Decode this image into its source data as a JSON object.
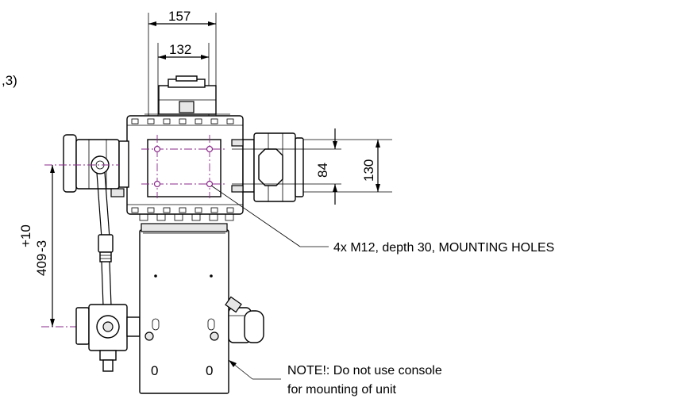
{
  "drawing": {
    "partial_label": ",3)",
    "dimensions": {
      "width_outer": "157",
      "width_inner": "132",
      "height_outer": "130",
      "height_inner": "84",
      "vertical_base": "409",
      "vertical_tol_upper": "+10",
      "vertical_tol_lower": "-3"
    },
    "notes": {
      "mounting_holes": "4x M12, depth 30, MOUNTING HOLES",
      "console_line1": "NOTE!: Do not use console",
      "console_line2": "for mounting of unit"
    },
    "console_marks": [
      "0",
      "0"
    ],
    "colors": {
      "centerline": "#8a2a8a",
      "line": "#000000"
    }
  }
}
